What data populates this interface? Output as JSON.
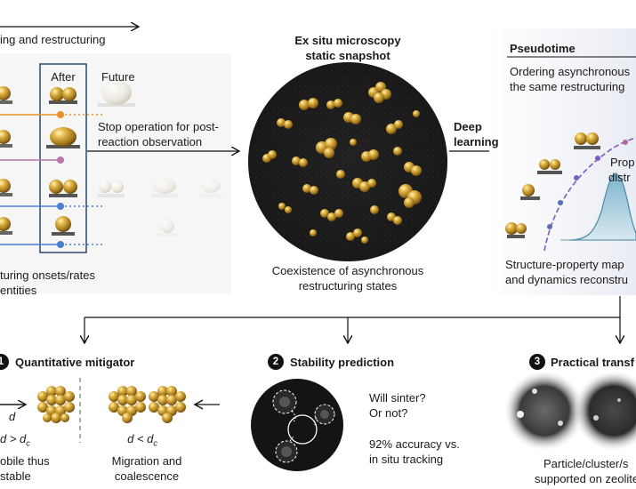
{
  "colors": {
    "gold": "#c9a030",
    "orange_line": "#e8902a",
    "pink_line": "#b576a8",
    "blue_line": "#4a7fd4",
    "curve_purple": "#8a63c8",
    "dist_fill": "#9ec6d6",
    "dark_disc": "#1e1e1e"
  },
  "left_panel": {
    "top_arrow_label": "ing and restructuring",
    "col_after": "After",
    "col_future": "Future",
    "stop_text_line1": "Stop operation for post-",
    "stop_text_line2": "reaction observation",
    "bottom_line1": "turing onsets/rates",
    "bottom_line2": "entities"
  },
  "center_panel": {
    "title_line1": "Ex situ microscopy",
    "title_line2": "static snapshot",
    "deep_line1": "Deep",
    "deep_line2": "learning",
    "caption_line1": "Coexistence of asynchronous",
    "caption_line2": "restructuring states"
  },
  "right_panel": {
    "title": "Pseudotime",
    "subtitle_line1": "Ordering asynchronous",
    "subtitle_line2": "the same restructuring",
    "prop_line1": "Prop",
    "prop_line2": "distr",
    "caption_line1": "Structure-property map",
    "caption_line2": "and dynamics reconstru"
  },
  "sections": [
    {
      "number": "1",
      "title": "Quantitative mitigator",
      "d_label": "d",
      "left_cond": "d > d",
      "left_cond_sub": "c",
      "left_cap_line1": "obile thus",
      "left_cap_line2": "stable",
      "right_cond": "d < d",
      "right_cond_sub": "c",
      "right_cap_line1": "Migration and",
      "right_cap_line2": "coalescence"
    },
    {
      "number": "2",
      "title": "Stability prediction",
      "q_line1": "Will sinter?",
      "q_line2": "Or not?",
      "acc_line1": "92% accuracy vs.",
      "acc_line2": "in situ tracking"
    },
    {
      "number": "3",
      "title": "Practical transf",
      "cap_line1": "Particle/cluster/s",
      "cap_line2": "supported on zeolite"
    }
  ]
}
